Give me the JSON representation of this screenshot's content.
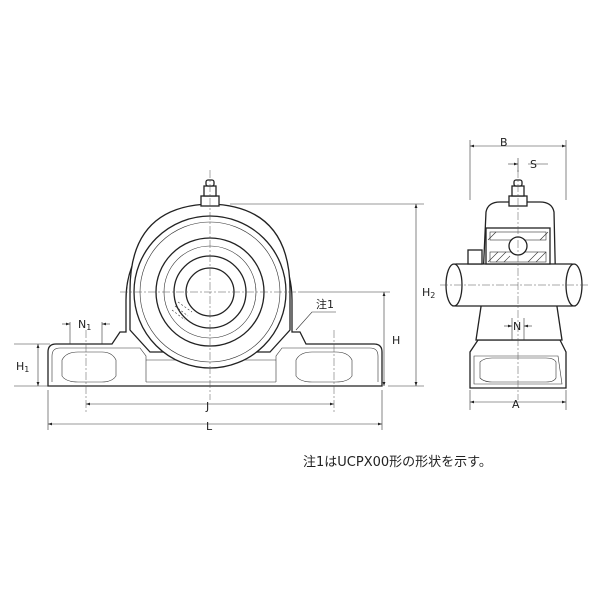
{
  "labels": {
    "B": "B",
    "S": "S",
    "H2": "H",
    "H2_sub": "2",
    "H": "H",
    "H1": "H",
    "H1_sub": "1",
    "N1": "N",
    "N1_sub": "1",
    "N": "N",
    "J": "J",
    "L": "L",
    "A": "A",
    "note_marker": "注1"
  },
  "footnote": "注1はUCPX00形の形状を示す。"
}
